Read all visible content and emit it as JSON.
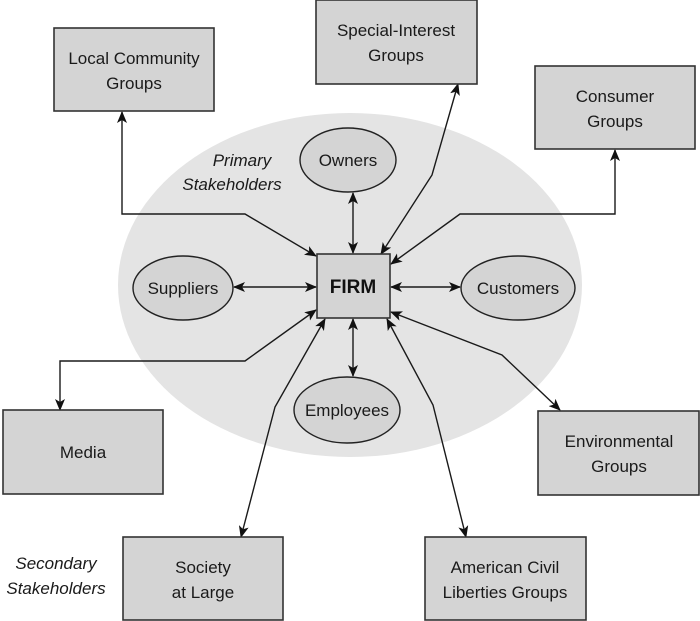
{
  "diagram": {
    "title": "Firm stakeholder map",
    "center": {
      "label": "FIRM"
    },
    "primary_label": [
      "Primary",
      "Stakeholders"
    ],
    "secondary_label": [
      "Secondary",
      "Stakeholders"
    ],
    "primary_stakeholders": [
      {
        "id": "owners",
        "label": "Owners"
      },
      {
        "id": "suppliers",
        "label": "Suppliers"
      },
      {
        "id": "customers",
        "label": "Customers"
      },
      {
        "id": "employees",
        "label": "Employees"
      }
    ],
    "secondary_stakeholders": [
      {
        "id": "local-community",
        "lines": [
          "Local Community",
          "Groups"
        ]
      },
      {
        "id": "special-interest",
        "lines": [
          "Special-Interest",
          "Groups"
        ]
      },
      {
        "id": "consumer",
        "lines": [
          "Consumer",
          "Groups"
        ]
      },
      {
        "id": "media",
        "lines": [
          "Media"
        ]
      },
      {
        "id": "environmental",
        "lines": [
          "Environmental",
          "Groups"
        ]
      },
      {
        "id": "society",
        "lines": [
          "Society",
          "at Large"
        ]
      },
      {
        "id": "aclu",
        "lines": [
          "American Civil",
          "Liberties Groups"
        ]
      }
    ],
    "connections": [
      {
        "from": "FIRM",
        "to": "owners",
        "direction": "both"
      },
      {
        "from": "FIRM",
        "to": "suppliers",
        "direction": "both"
      },
      {
        "from": "FIRM",
        "to": "customers",
        "direction": "both"
      },
      {
        "from": "FIRM",
        "to": "employees",
        "direction": "both"
      },
      {
        "from": "FIRM",
        "to": "local-community",
        "direction": "both"
      },
      {
        "from": "FIRM",
        "to": "special-interest",
        "direction": "both"
      },
      {
        "from": "FIRM",
        "to": "consumer",
        "direction": "both"
      },
      {
        "from": "FIRM",
        "to": "media",
        "direction": "both"
      },
      {
        "from": "FIRM",
        "to": "environmental",
        "direction": "both"
      },
      {
        "from": "FIRM",
        "to": "society",
        "direction": "both"
      },
      {
        "from": "FIRM",
        "to": "aclu",
        "direction": "both"
      }
    ]
  }
}
